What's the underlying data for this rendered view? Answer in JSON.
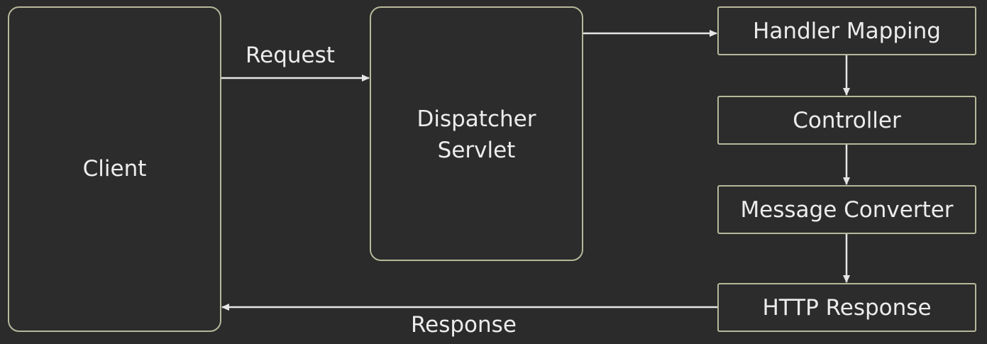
{
  "nodes": {
    "client": "Client",
    "dispatcher": "Dispatcher\nServlet",
    "handler_mapping": "Handler Mapping",
    "controller": "Controller",
    "message_converter": "Message Converter",
    "http_response": "HTTP Response"
  },
  "edges": {
    "request": "Request",
    "response": "Response"
  },
  "colors": {
    "background": "#2b2b2b",
    "border": "#b7b89a",
    "text": "#ececec",
    "arrow": "#e6e6e6"
  }
}
